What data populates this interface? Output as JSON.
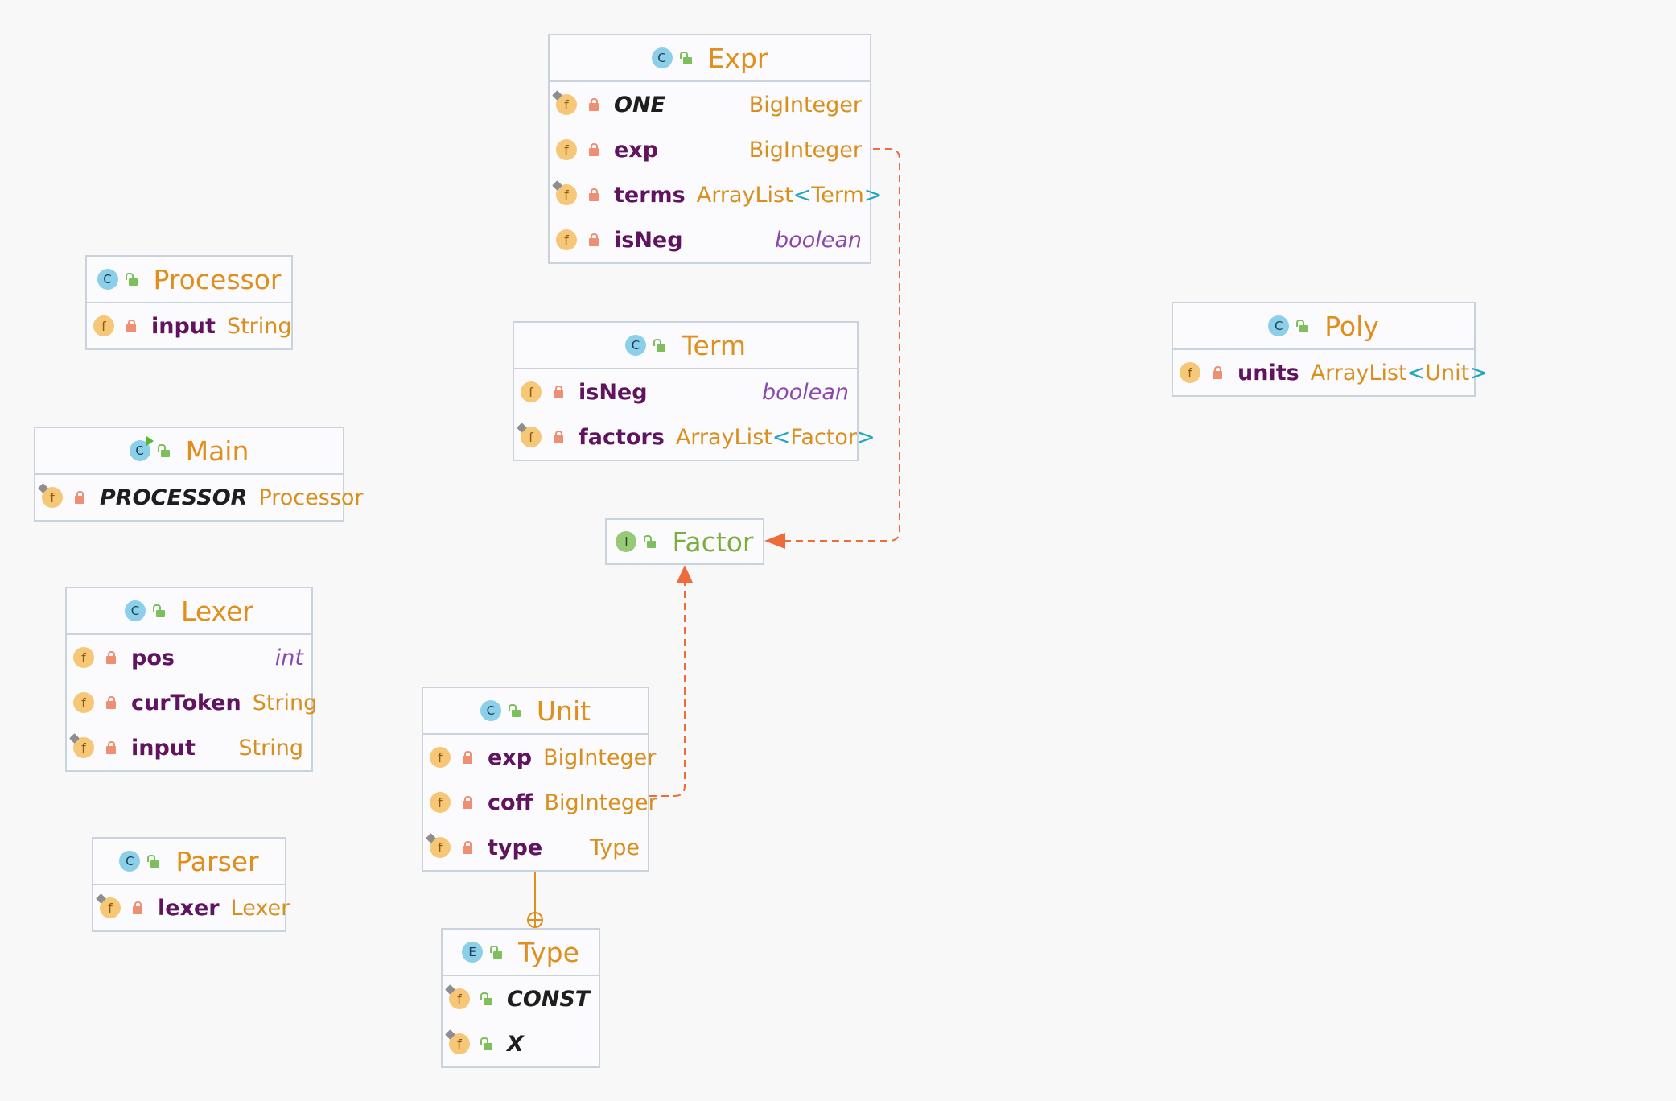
{
  "colors": {
    "background": "#f8f8f8",
    "class_title": "#e08e1c",
    "interface_title": "#7cae3c",
    "field_name": "#60135f",
    "field_type": "#d98f1c",
    "primitive_type": "#8b49b0",
    "dependency_arrow": "#ee6c3c",
    "inner_link": "#e08e1c"
  },
  "classes": {
    "expr": {
      "kind": "C",
      "name": "Expr",
      "fields": [
        {
          "name": "ONE",
          "type": "BigInteger",
          "static": true
        },
        {
          "name": "exp",
          "type": "BigInteger"
        },
        {
          "name": "terms",
          "type": "ArrayList",
          "arg": "Term",
          "open": "<",
          "close": ">"
        },
        {
          "name": "isNeg",
          "type": "boolean"
        }
      ]
    },
    "processor": {
      "kind": "C",
      "name": "Processor",
      "fields": [
        {
          "name": "input",
          "type": "String"
        }
      ]
    },
    "term": {
      "kind": "C",
      "name": "Term",
      "fields": [
        {
          "name": "isNeg",
          "type": "boolean"
        },
        {
          "name": "factors",
          "type": "ArrayList",
          "arg": "Factor",
          "open": "<",
          "close": ">"
        }
      ]
    },
    "poly": {
      "kind": "C",
      "name": "Poly",
      "fields": [
        {
          "name": "units",
          "type": "ArrayList",
          "arg": "Unit",
          "open": "<",
          "close": ">"
        }
      ]
    },
    "main": {
      "kind": "C",
      "name": "Main",
      "fields": [
        {
          "name": "PROCESSOR",
          "type": "Processor",
          "static": true
        }
      ]
    },
    "factor": {
      "kind": "I",
      "name": "Factor",
      "fields": []
    },
    "lexer": {
      "kind": "C",
      "name": "Lexer",
      "fields": [
        {
          "name": "pos",
          "type": "int"
        },
        {
          "name": "curToken",
          "type": "String"
        },
        {
          "name": "input",
          "type": "String"
        }
      ]
    },
    "unit": {
      "kind": "C",
      "name": "Unit",
      "fields": [
        {
          "name": "exp",
          "type": "BigInteger"
        },
        {
          "name": "coff",
          "type": "BigInteger"
        },
        {
          "name": "type",
          "type": "Type"
        }
      ]
    },
    "parser": {
      "kind": "C",
      "name": "Parser",
      "fields": [
        {
          "name": "lexer",
          "type": "Lexer"
        }
      ]
    },
    "type": {
      "kind": "E",
      "name": "Type",
      "fields": [
        {
          "name": "CONST",
          "static": true
        },
        {
          "name": "X",
          "static": true
        }
      ]
    }
  }
}
